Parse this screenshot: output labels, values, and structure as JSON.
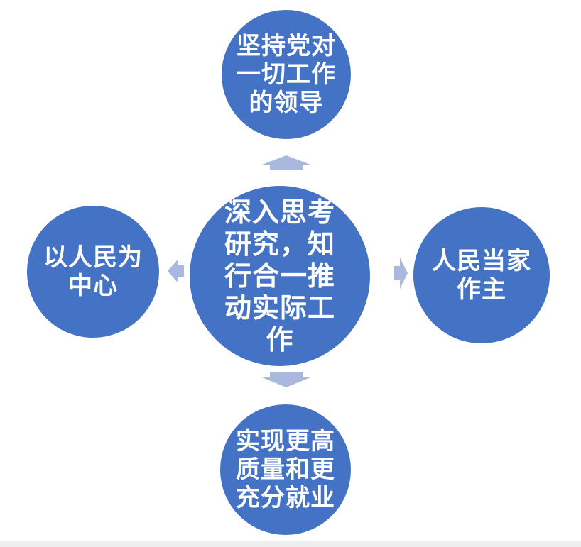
{
  "diagram": {
    "center": "深入思考研究，知行合一推动实际工作",
    "top": "坚持党对一切工作的领导",
    "right": "人民当家作主",
    "bottom": "实现更高质量和更充分就业",
    "left": "以人民为中心"
  },
  "colors": {
    "node": "#4472c4",
    "arrow": "#a9b8dc",
    "text": "#ffffff"
  }
}
